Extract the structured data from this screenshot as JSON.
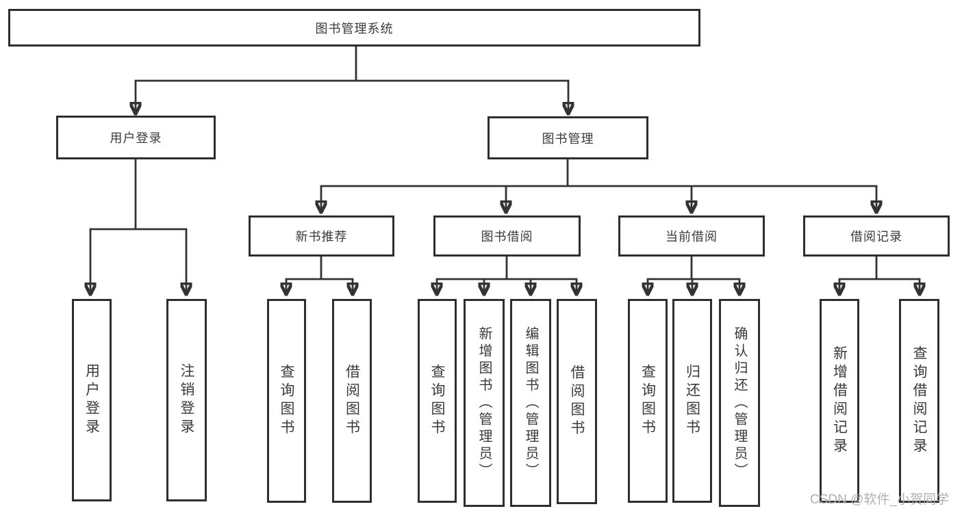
{
  "diagram": {
    "root": {
      "label": "图书管理系统"
    },
    "branches": [
      {
        "label": "用户登录",
        "children": [
          {
            "label": "用户登录"
          },
          {
            "label": "注销登录"
          }
        ]
      },
      {
        "label": "图书管理",
        "children": [
          {
            "label": "新书推荐",
            "children": [
              {
                "label": "查询图书"
              },
              {
                "label": "借阅图书"
              }
            ]
          },
          {
            "label": "图书借阅",
            "children": [
              {
                "label": "查询图书"
              },
              {
                "label": "新增图书（管理员）"
              },
              {
                "label": "编辑图书（管理员）"
              },
              {
                "label": "借阅图书"
              }
            ]
          },
          {
            "label": "当前借阅",
            "children": [
              {
                "label": "查询图书"
              },
              {
                "label": "归还图书"
              },
              {
                "label": "确认归还（管理员）"
              }
            ]
          },
          {
            "label": "借阅记录",
            "children": [
              {
                "label": "新增借阅记录"
              },
              {
                "label": "查询借阅记录"
              }
            ]
          }
        ]
      }
    ]
  },
  "watermark": {
    "text": "CSDN @软件_小贺同学"
  },
  "colors": {
    "line": "#333333",
    "border": "#2e2e2e",
    "text": "#3a3a3a",
    "background": "#ffffff",
    "watermark": "#b0b0b0"
  }
}
